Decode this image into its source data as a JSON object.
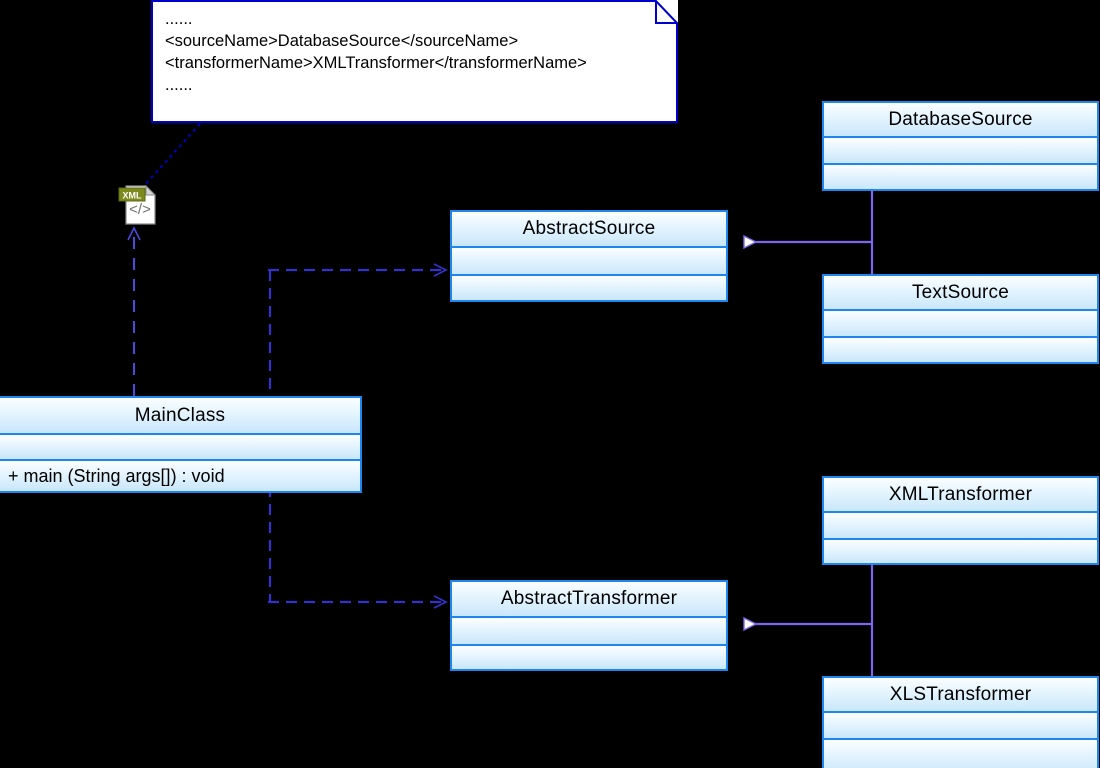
{
  "diagram": {
    "title": "UML class diagram",
    "background_color": "#000000",
    "class_border_color": "#1f86f0",
    "class_fill_top": "#fbfeff",
    "class_fill_bottom": "#c9e7fb",
    "generalization_line_color": "#7b68ee",
    "dependency_line_color": "#3333cc",
    "note_border_color": "#0000cc",
    "note_fill": "#ffffff",
    "xml_badge_color": "#7d8b1e"
  },
  "note": {
    "name": "configuration-note",
    "lines": [
      "......",
      "<sourceName>DatabaseSource</sourceName>",
      "<transformerName>XMLTransformer</transformerName>",
      "......"
    ]
  },
  "artifact": {
    "name": "xml-artifact-icon",
    "badge_label": "XML",
    "code_glyph": "</>"
  },
  "classes": [
    {
      "id": "abstract-source",
      "name": "AbstractSource",
      "attributes": [],
      "operations": []
    },
    {
      "id": "database-source",
      "name": "DatabaseSource",
      "attributes": [],
      "operations": []
    },
    {
      "id": "text-source",
      "name": "TextSource",
      "attributes": [],
      "operations": []
    },
    {
      "id": "main-class",
      "name": "MainClass",
      "attributes": [],
      "operations": [
        "+  main (String args[])  : void"
      ]
    },
    {
      "id": "abstract-transformer",
      "name": "AbstractTransformer",
      "attributes": [],
      "operations": []
    },
    {
      "id": "xml-transformer",
      "name": "XMLTransformer",
      "attributes": [],
      "operations": []
    },
    {
      "id": "xlst-transformer",
      "name": "XLSTransformer",
      "attributes": [],
      "operations": []
    }
  ],
  "relationships": [
    {
      "id": "dep-main-abstractsource",
      "type": "dependency",
      "from": "MainClass",
      "to": "AbstractSource"
    },
    {
      "id": "dep-main-abstracttransformer",
      "type": "dependency",
      "from": "MainClass",
      "to": "AbstractTransformer"
    },
    {
      "id": "dep-main-xmlartifact",
      "type": "dependency",
      "from": "MainClass",
      "to": "XML artifact"
    },
    {
      "id": "gen-databasesource-abstractsource",
      "type": "generalization",
      "from": "DatabaseSource",
      "to": "AbstractSource"
    },
    {
      "id": "gen-textsource-abstractsource",
      "type": "generalization",
      "from": "TextSource",
      "to": "AbstractSource"
    },
    {
      "id": "gen-xmltransformer-abstracttransformer",
      "type": "generalization",
      "from": "XMLTransformer",
      "to": "AbstractTransformer"
    },
    {
      "id": "gen-xlstransformer-abstracttransformer",
      "type": "generalization",
      "from": "XLSTransformer",
      "to": "AbstractTransformer"
    },
    {
      "id": "anchor-note-artifact",
      "type": "note-anchor",
      "from": "configuration-note",
      "to": "XML artifact"
    }
  ]
}
